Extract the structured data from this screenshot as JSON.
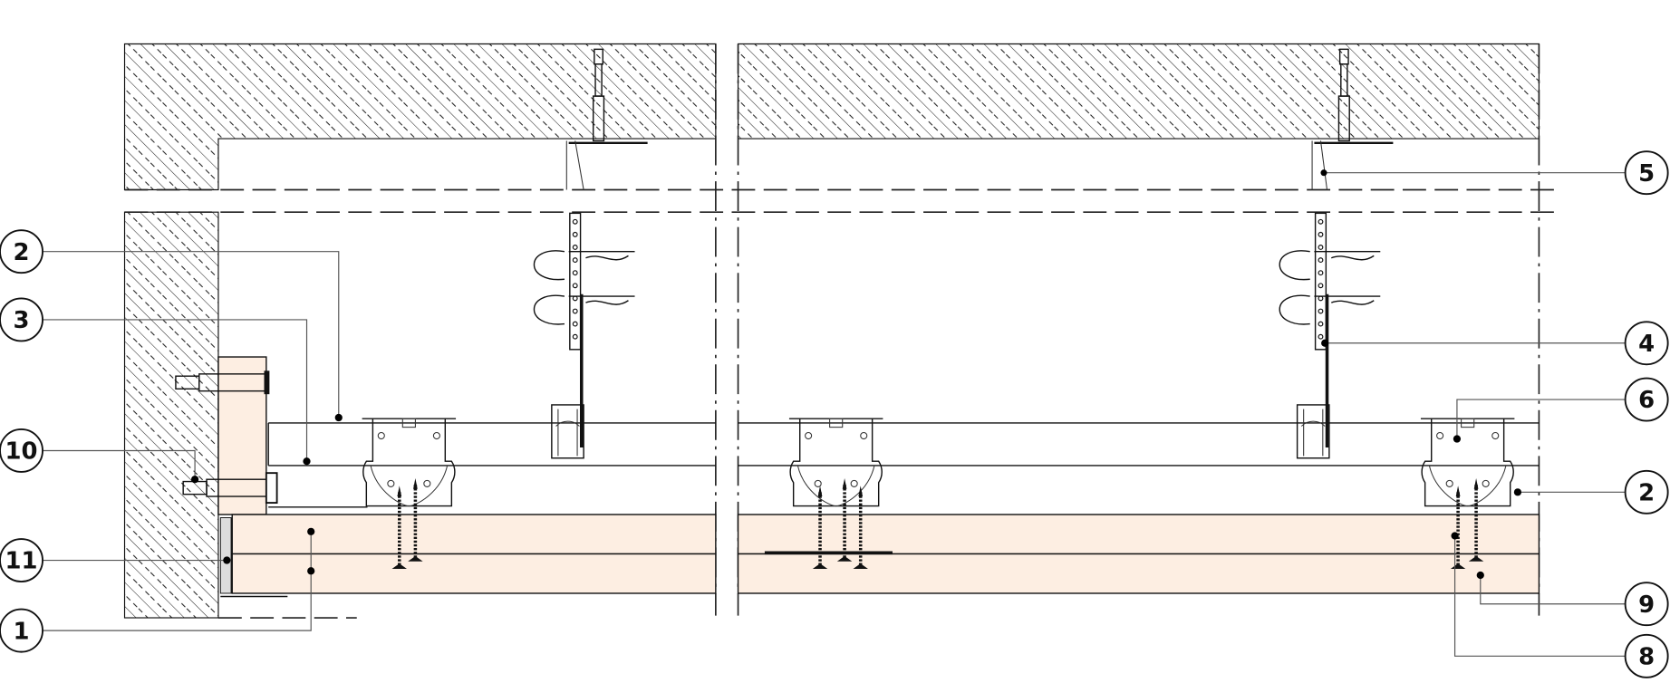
{
  "diagram": {
    "title": "Suspended ceiling section detail",
    "board_color": "#fdeee2",
    "callouts": {
      "c1": "1",
      "c2_left": "2",
      "c3": "3",
      "c10": "10",
      "c11": "11",
      "c5": "5",
      "c4": "4",
      "c6": "6",
      "c2_right": "2",
      "c9": "9",
      "c8": "8"
    }
  }
}
